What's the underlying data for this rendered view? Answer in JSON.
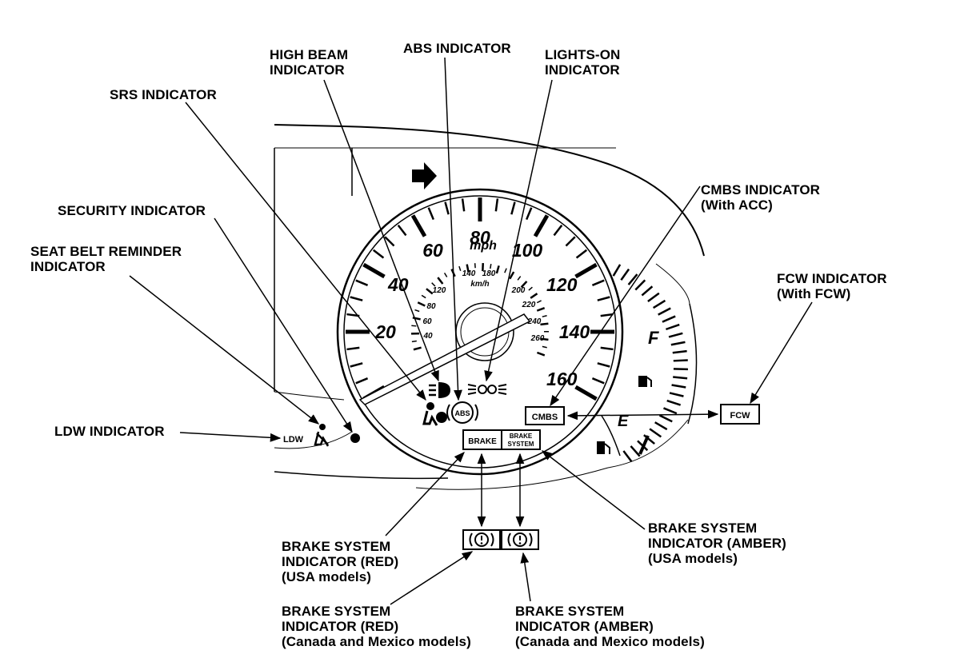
{
  "labels": {
    "high_beam": "HIGH BEAM\nINDICATOR",
    "abs": "ABS INDICATOR",
    "lights_on": "LIGHTS-ON\nINDICATOR",
    "srs": "SRS INDICATOR",
    "cmbs": "CMBS INDICATOR\n(With ACC)",
    "security": "SECURITY INDICATOR",
    "seat_belt": "SEAT BELT REMINDER\nINDICATOR",
    "fcw": "FCW INDICATOR\n(With FCW)",
    "ldw": "LDW INDICATOR",
    "brake_red_usa": "BRAKE SYSTEM\nINDICATOR (RED)\n(USA models)",
    "brake_amber_usa": "BRAKE SYSTEM\nINDICATOR (AMBER)\n(USA models)",
    "brake_red_can": "BRAKE SYSTEM\nINDICATOR (RED)\n(Canada and Mexico models)",
    "brake_amber_can": "BRAKE SYSTEM\nINDICATOR (AMBER)\n(Canada and Mexico models)"
  },
  "gauge": {
    "mph_labels": [
      "20",
      "40",
      "60",
      "80",
      "100",
      "120",
      "140",
      "160"
    ],
    "mph_unit": "mph",
    "kmh_labels": [
      "40",
      "60",
      "80",
      "120",
      "140",
      "180",
      "200",
      "220",
      "240",
      "260"
    ],
    "kmh_unit": "km/h",
    "fuel_full": "F",
    "fuel_empty": "E"
  },
  "indicator_text": {
    "ldw": "LDW",
    "cmbs": "CMBS",
    "fcw": "FCW",
    "brake": "BRAKE",
    "brake_system_line1": "BRAKE",
    "brake_system_line2": "SYSTEM",
    "abs": "ABS"
  }
}
